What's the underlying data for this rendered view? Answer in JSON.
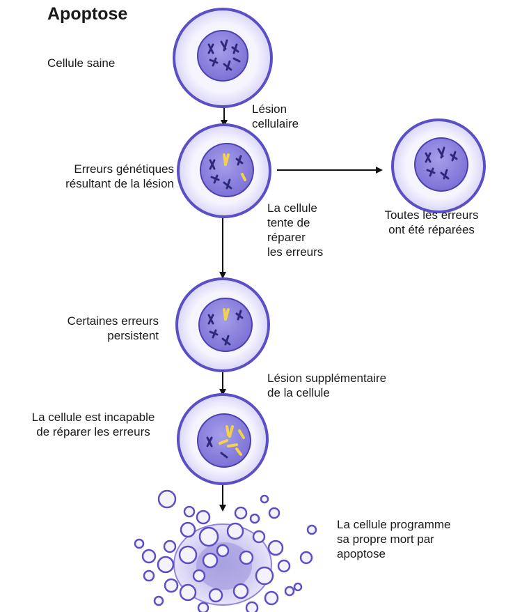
{
  "title": "Apoptose",
  "colors": {
    "membrane": "#5a4fc4",
    "cytoplasm": "#efedfb",
    "nucleus": "#8f86e0",
    "nucleus_edge": "#4a40b0",
    "chromosome": "#2e2a7a",
    "damaged_chromosome": "#f2d24a",
    "arrow": "#111111"
  },
  "labels": {
    "healthy_cell": "Cellule saine",
    "cell_lesion_line1": "Lésion",
    "cell_lesion_line2": "cellulaire",
    "genetic_errors_line1": "Erreurs génétiques",
    "genetic_errors_line2": "résultant de la lésion",
    "repair_attempt_line1": "La cellule",
    "repair_attempt_line2": "tente de",
    "repair_attempt_line3": "réparer",
    "repair_attempt_line4": "les erreurs",
    "all_repaired_line1": "Toutes les erreurs",
    "all_repaired_line2": "ont été réparées",
    "some_persist_line1": "Certaines erreurs",
    "some_persist_line2": "persistent",
    "additional_lesion_line1": "Lésion supplémentaire",
    "additional_lesion_line2": "de la cellule",
    "cannot_repair_line1": "La cellule est incapable",
    "cannot_repair_line2": "de réparer les erreurs",
    "programmed_death_line1": "La cellule programme",
    "programmed_death_line2": "sa propre mort par",
    "programmed_death_line3": "apoptose"
  }
}
